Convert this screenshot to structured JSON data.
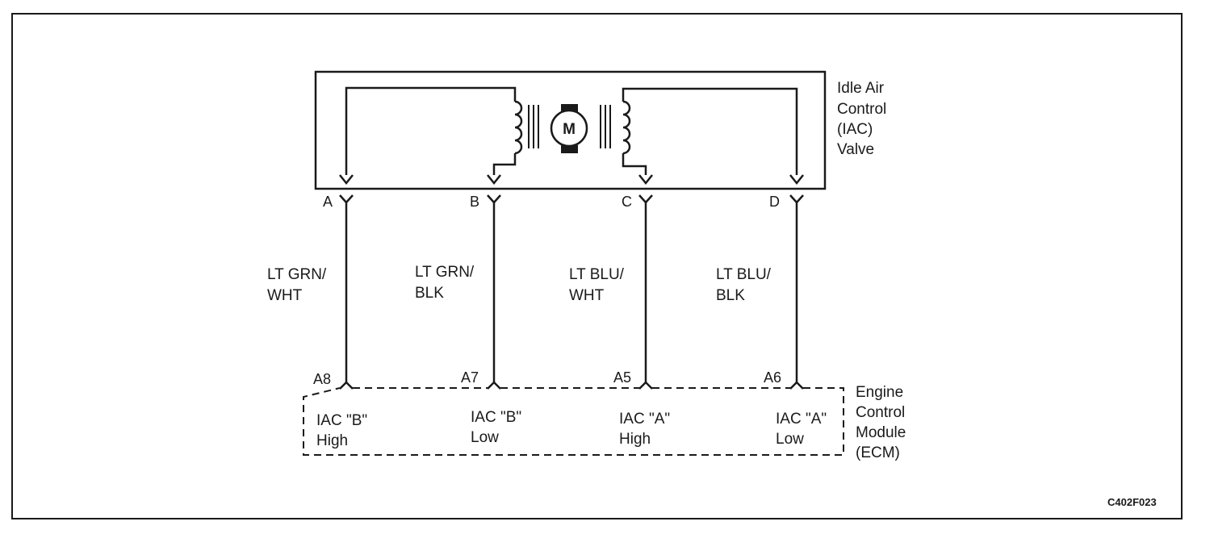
{
  "iac_valve": {
    "name_lines": [
      "Idle Air",
      "Control",
      "(IAC)",
      "Valve"
    ],
    "motor_symbol": "M",
    "terminals": [
      "A",
      "B",
      "C",
      "D"
    ]
  },
  "wires": [
    {
      "color_lines": [
        "LT GRN/",
        "WHT"
      ]
    },
    {
      "color_lines": [
        "LT GRN/",
        "BLK"
      ]
    },
    {
      "color_lines": [
        "LT BLU/",
        "WHT"
      ]
    },
    {
      "color_lines": [
        "LT BLU/",
        "BLK"
      ]
    }
  ],
  "ecm": {
    "name_lines": [
      "Engine",
      "Control",
      "Module",
      "(ECM)"
    ],
    "pins": [
      "A8",
      "A7",
      "A5",
      "A6"
    ],
    "circuits": [
      {
        "line1": "IAC \"B\"",
        "line2": "High"
      },
      {
        "line1": "IAC \"B\"",
        "line2": "Low"
      },
      {
        "line1": "IAC \"A\"",
        "line2": "High"
      },
      {
        "line1": "IAC \"A\"",
        "line2": "Low"
      }
    ]
  },
  "figure_code": "C402F023"
}
